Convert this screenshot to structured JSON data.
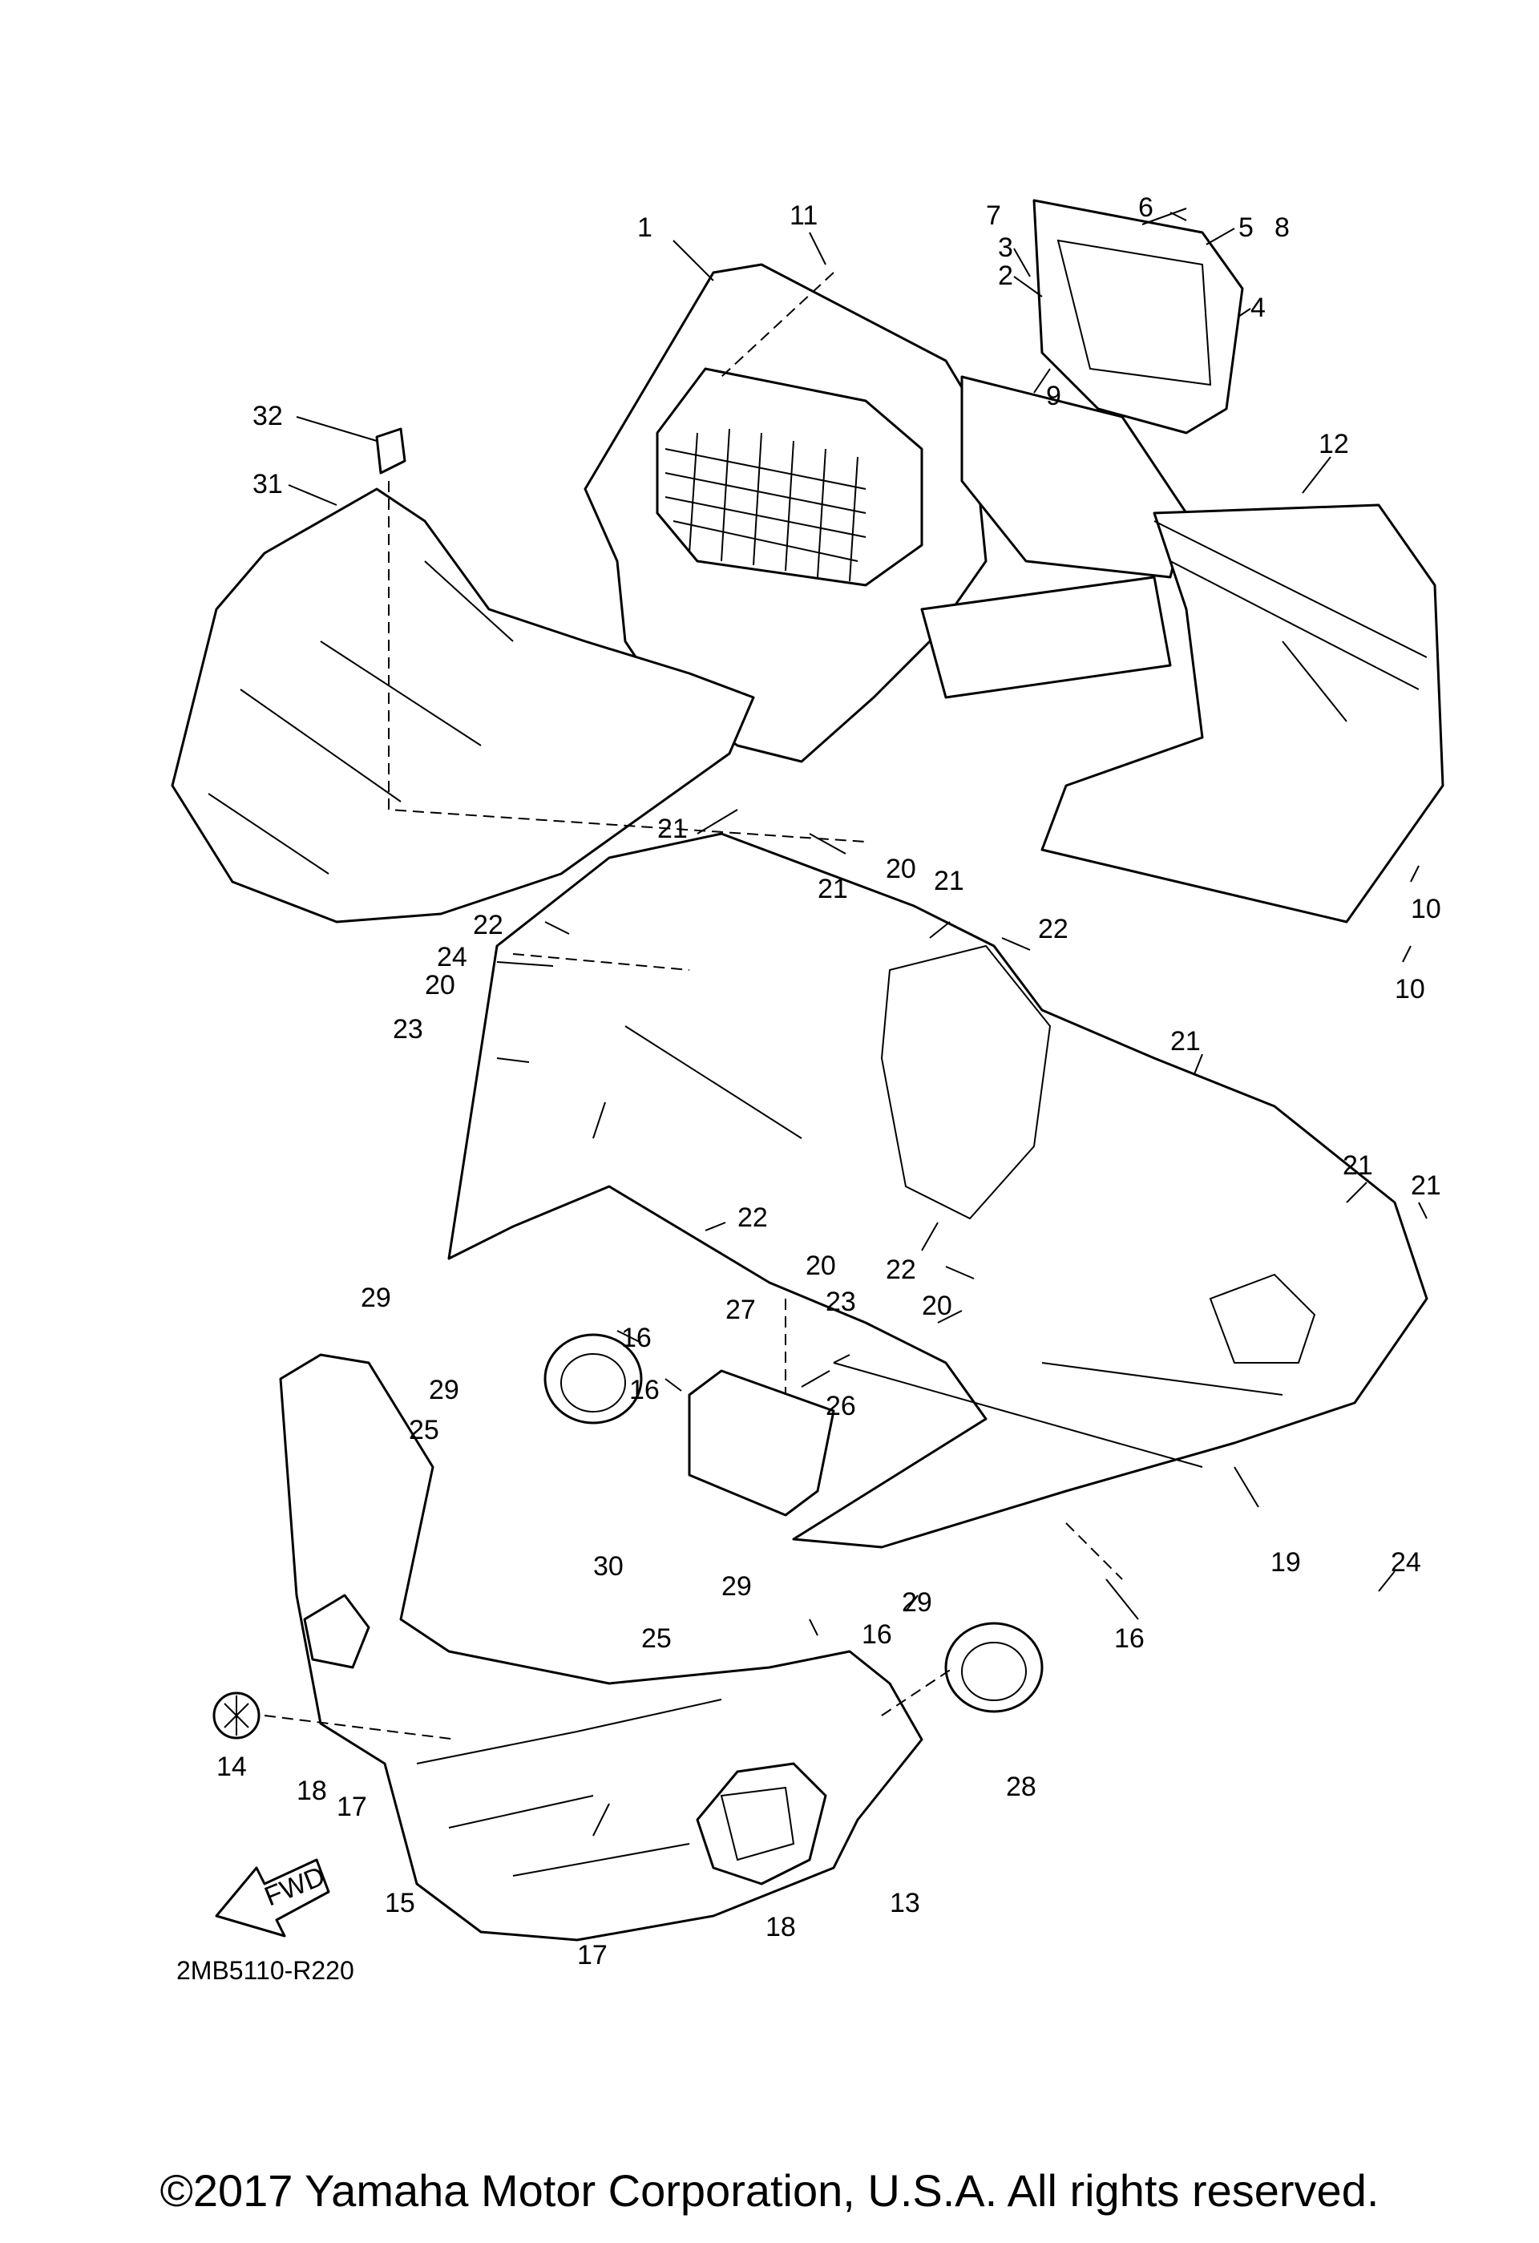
{
  "diagram_code": "2MB5110-R220",
  "copyright": "©2017 Yamaha Motor Corporation, U.S.A. All rights reserved.",
  "fwd_label": "FWD",
  "callouts": [
    {
      "id": "c1",
      "label": "1"
    },
    {
      "id": "c2",
      "label": "2"
    },
    {
      "id": "c3",
      "label": "3"
    },
    {
      "id": "c4",
      "label": "4"
    },
    {
      "id": "c5",
      "label": "5"
    },
    {
      "id": "c6",
      "label": "6"
    },
    {
      "id": "c7",
      "label": "7"
    },
    {
      "id": "c8",
      "label": "8"
    },
    {
      "id": "c9",
      "label": "9"
    },
    {
      "id": "c10a",
      "label": "10"
    },
    {
      "id": "c10b",
      "label": "10"
    },
    {
      "id": "c11",
      "label": "11"
    },
    {
      "id": "c12",
      "label": "12"
    },
    {
      "id": "c13",
      "label": "13"
    },
    {
      "id": "c14",
      "label": "14"
    },
    {
      "id": "c15",
      "label": "15"
    },
    {
      "id": "c16a",
      "label": "16"
    },
    {
      "id": "c16b",
      "label": "16"
    },
    {
      "id": "c16c",
      "label": "16"
    },
    {
      "id": "c16d",
      "label": "16"
    },
    {
      "id": "c17a",
      "label": "17"
    },
    {
      "id": "c17b",
      "label": "17"
    },
    {
      "id": "c18a",
      "label": "18"
    },
    {
      "id": "c18b",
      "label": "18"
    },
    {
      "id": "c19",
      "label": "19"
    },
    {
      "id": "c20a",
      "label": "20"
    },
    {
      "id": "c20b",
      "label": "20"
    },
    {
      "id": "c20c",
      "label": "20"
    },
    {
      "id": "c20d",
      "label": "20"
    },
    {
      "id": "c21a",
      "label": "21"
    },
    {
      "id": "c21b",
      "label": "21"
    },
    {
      "id": "c21c",
      "label": "21"
    },
    {
      "id": "c21d",
      "label": "21"
    },
    {
      "id": "c21e",
      "label": "21"
    },
    {
      "id": "c21f",
      "label": "21"
    },
    {
      "id": "c22a",
      "label": "22"
    },
    {
      "id": "c22b",
      "label": "22"
    },
    {
      "id": "c22c",
      "label": "22"
    },
    {
      "id": "c22d",
      "label": "22"
    },
    {
      "id": "c23a",
      "label": "23"
    },
    {
      "id": "c23b",
      "label": "23"
    },
    {
      "id": "c24a",
      "label": "24"
    },
    {
      "id": "c24b",
      "label": "24"
    },
    {
      "id": "c25a",
      "label": "25"
    },
    {
      "id": "c25b",
      "label": "25"
    },
    {
      "id": "c26",
      "label": "26"
    },
    {
      "id": "c27",
      "label": "27"
    },
    {
      "id": "c28",
      "label": "28"
    },
    {
      "id": "c29a",
      "label": "29"
    },
    {
      "id": "c29b",
      "label": "29"
    },
    {
      "id": "c29c",
      "label": "29"
    },
    {
      "id": "c29d",
      "label": "29"
    },
    {
      "id": "c30",
      "label": "30"
    },
    {
      "id": "c31",
      "label": "31"
    },
    {
      "id": "c32",
      "label": "32"
    }
  ]
}
